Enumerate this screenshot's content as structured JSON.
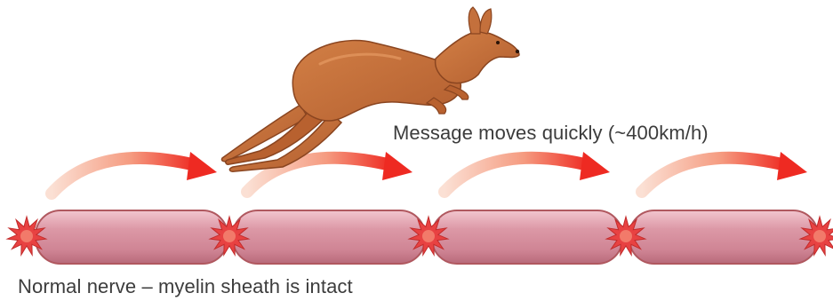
{
  "captions": {
    "message": "Message moves quickly (~400km/h)",
    "nerve": "Normal nerve – myelin sheath is intact"
  },
  "icons": {
    "animal": "kangaroo-icon",
    "signal": "curved-arrow-icon",
    "node": "node-of-ranvier-burst-icon",
    "segment": "myelin-sheath-segment"
  },
  "colors": {
    "myelin_fill": "#cf8494",
    "myelin_light": "#f2c6cf",
    "myelin_outline": "#b0585f",
    "node_burst": "#e84242",
    "arrow_start": "#fbe0d4",
    "arrow_end": "#ee2a22",
    "kangaroo_body": "#c4703c",
    "caption_text": "#3c3c3c"
  }
}
